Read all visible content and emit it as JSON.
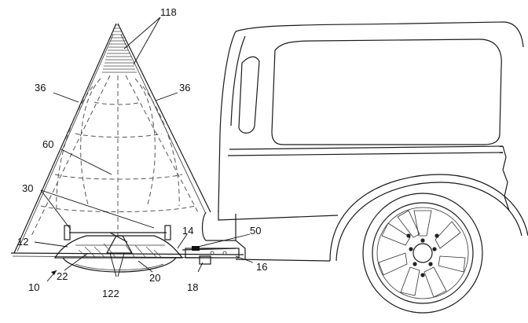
{
  "figure": {
    "labels": {
      "l118": "118",
      "l36_left": "36",
      "l36_right": "36",
      "l60": "60",
      "l30": "30",
      "l12": "12",
      "l14": "14",
      "l50": "50",
      "l16": "16",
      "l10": "10",
      "l22": "22",
      "l20": "20",
      "l122": "122",
      "l18": "18"
    }
  }
}
